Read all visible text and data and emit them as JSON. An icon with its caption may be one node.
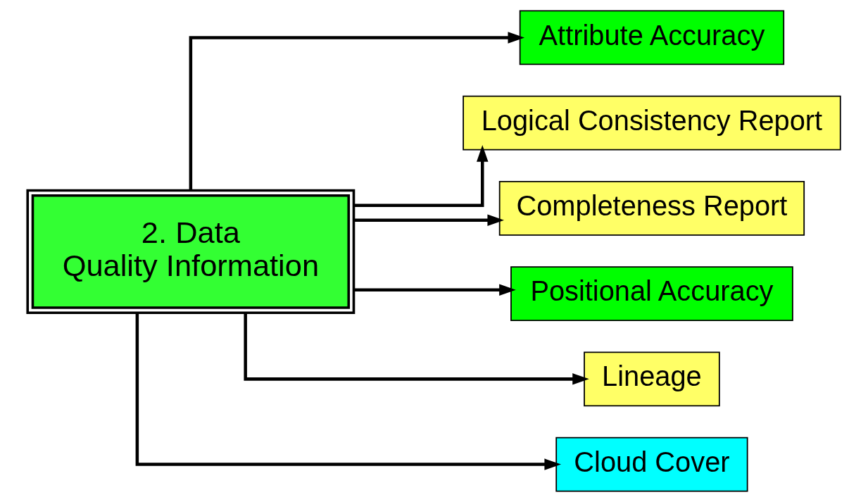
{
  "diagram": {
    "nodes": [
      {
        "text": [
          "2. Data Quality Information"
        ]
      },
      {
        "text": [
          "Attribute Accuracy"
        ]
      },
      {
        "text": [
          "Logical Consistency Report"
        ]
      },
      {
        "text": [
          "Completeness Report"
        ]
      },
      {
        "text": [
          "Positional Accuracy"
        ]
      },
      {
        "text": [
          "Lineage"
        ]
      },
      {
        "text": [
          "Cloud Cover"
        ]
      }
    ],
    "edges": [
      {
        "from": 0,
        "to": 1,
        "arrow": "to"
      },
      {
        "from": 0,
        "to": 2,
        "arrow": "to"
      },
      {
        "from": 0,
        "to": 3,
        "arrow": "to"
      },
      {
        "from": 0,
        "to": 4,
        "arrow": "to"
      },
      {
        "from": 0,
        "to": 5,
        "arrow": "to"
      },
      {
        "from": 0,
        "to": 6,
        "arrow": "to"
      }
    ]
  }
}
